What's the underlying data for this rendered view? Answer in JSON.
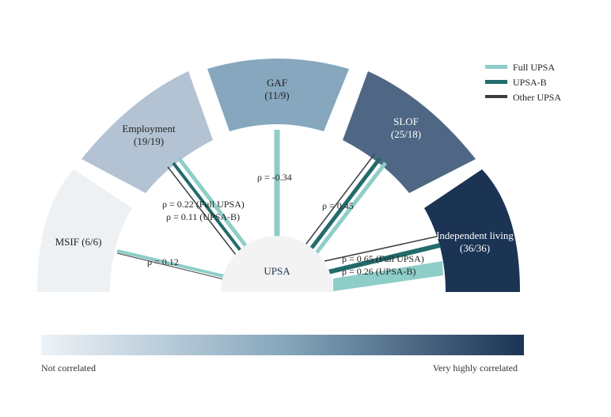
{
  "center": {
    "label": "UPSA"
  },
  "segments": [
    {
      "id": "msif",
      "label": "MSIF (6/6)",
      "color": "#edf1f4",
      "text_color": "#222222"
    },
    {
      "id": "employment",
      "label_line1": "Employment",
      "label_line2": "(19/19)",
      "color": "#b3c3d3",
      "text_color": "#222222"
    },
    {
      "id": "gaf",
      "label_line1": "GAF",
      "label_line2": "(11/9)",
      "color": "#86a7bd",
      "text_color": "#222222"
    },
    {
      "id": "slof",
      "label_line1": "SLOF",
      "label_line2": "(25/18)",
      "color": "#4f6784",
      "text_color": "#ffffff"
    },
    {
      "id": "independent",
      "label_line1": "Independent living",
      "label_line2": "(36/36)",
      "color": "#1b3454",
      "text_color": "#ffffff"
    }
  ],
  "correlations": {
    "msif": "ρ = 0.12",
    "employment_full": "ρ = 0.22 (Full UPSA)",
    "employment_b": "ρ = 0.11 (UPSA-B)",
    "gaf": "ρ = -0.34",
    "slof": "ρ = 0.45",
    "independent_full": "ρ = 0.65 (Full UPSA)",
    "independent_b": "ρ = 0.26 (UPSA-B)"
  },
  "legend": [
    {
      "label": "Full UPSA",
      "color": "#8ecdc8"
    },
    {
      "label": "UPSA-B",
      "color": "#236b6b"
    },
    {
      "label": "Other UPSA",
      "color": "#3a3f44"
    }
  ],
  "gradient": {
    "start_color": "#eef3f7",
    "mid_color": "#86a7bd",
    "end_color": "#1b3454",
    "left_label": "Not correlated",
    "right_label": "Very highly correlated"
  }
}
